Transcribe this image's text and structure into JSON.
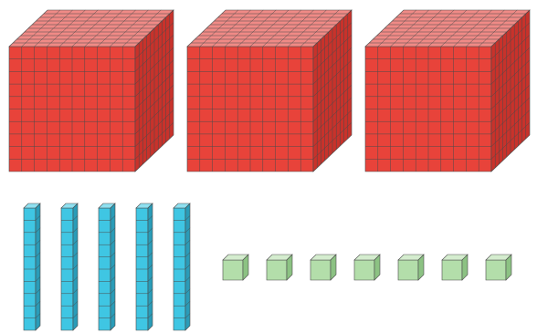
{
  "blocks": {
    "hundreds": {
      "count": 3,
      "units_per_edge": 10,
      "color": "#e8433a",
      "top_color": "#f08a86",
      "side_color": "#c8322b"
    },
    "tens": {
      "count": 5,
      "units_per_rod": 10,
      "color": "#3fc6e3",
      "top_color": "#8fe0f0",
      "side_color": "#2a9cb8"
    },
    "ones": {
      "count": 7,
      "color": "#b3deaa",
      "top_color": "#d4ecce",
      "side_color": "#8cc283"
    },
    "outline_color": "#4a4a4a"
  }
}
